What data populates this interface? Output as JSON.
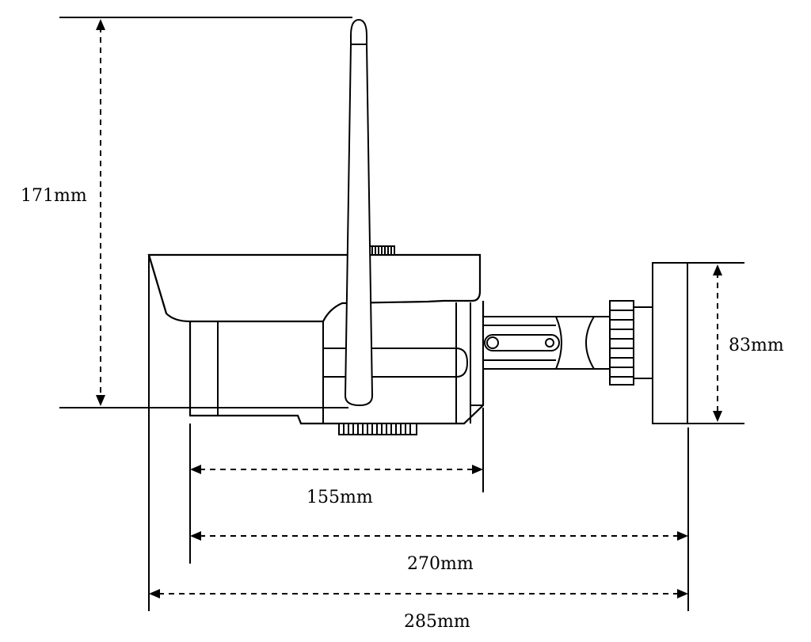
{
  "drawing": {
    "subject": "wireless bullet camera side view with antenna and mounting bracket",
    "dimensions": {
      "height_total": "171mm",
      "bracket_height": "83mm",
      "body_length": "155mm",
      "length_with_bracket": "270mm",
      "overall_length": "285mm"
    },
    "colors": {
      "ink": "#000000",
      "background": "#ffffff"
    }
  }
}
